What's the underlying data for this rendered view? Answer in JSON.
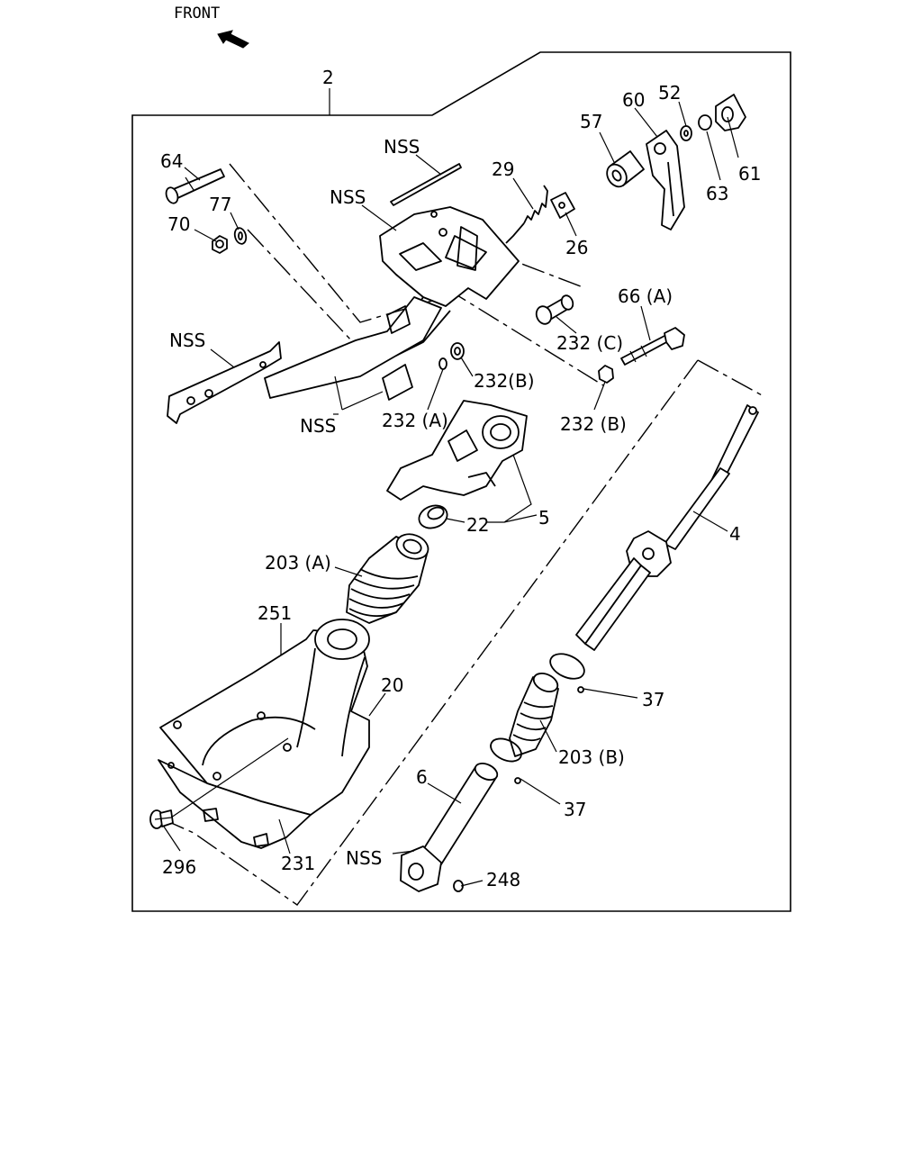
{
  "header": {
    "front_label": "FRONT"
  },
  "assembly": {
    "number": "2"
  },
  "callouts": {
    "c64": "64",
    "c70": "70",
    "c77": "77",
    "nss_top": "NSS",
    "nss_bracket": "NSS",
    "nss_left": "NSS",
    "nss_bottom": "NSS",
    "nss_lower": "NSS",
    "c29": "29",
    "c26": "26",
    "c57": "57",
    "c60": "60",
    "c52": "52",
    "c61": "61",
    "c63": "63",
    "c66a": "66 (A)",
    "c232c": "232 (C)",
    "c232b_1": "232(B)",
    "c232b_2": "232 (B)",
    "c232a": "232 (A)",
    "c22": "22",
    "c5": "5",
    "c4": "4",
    "c203a": "203 (A)",
    "c203b": "203 (B)",
    "c251": "251",
    "c20": "20",
    "c37_1": "37",
    "c37_2": "37",
    "c6": "6",
    "c296": "296",
    "c231": "231",
    "c248": "248"
  }
}
